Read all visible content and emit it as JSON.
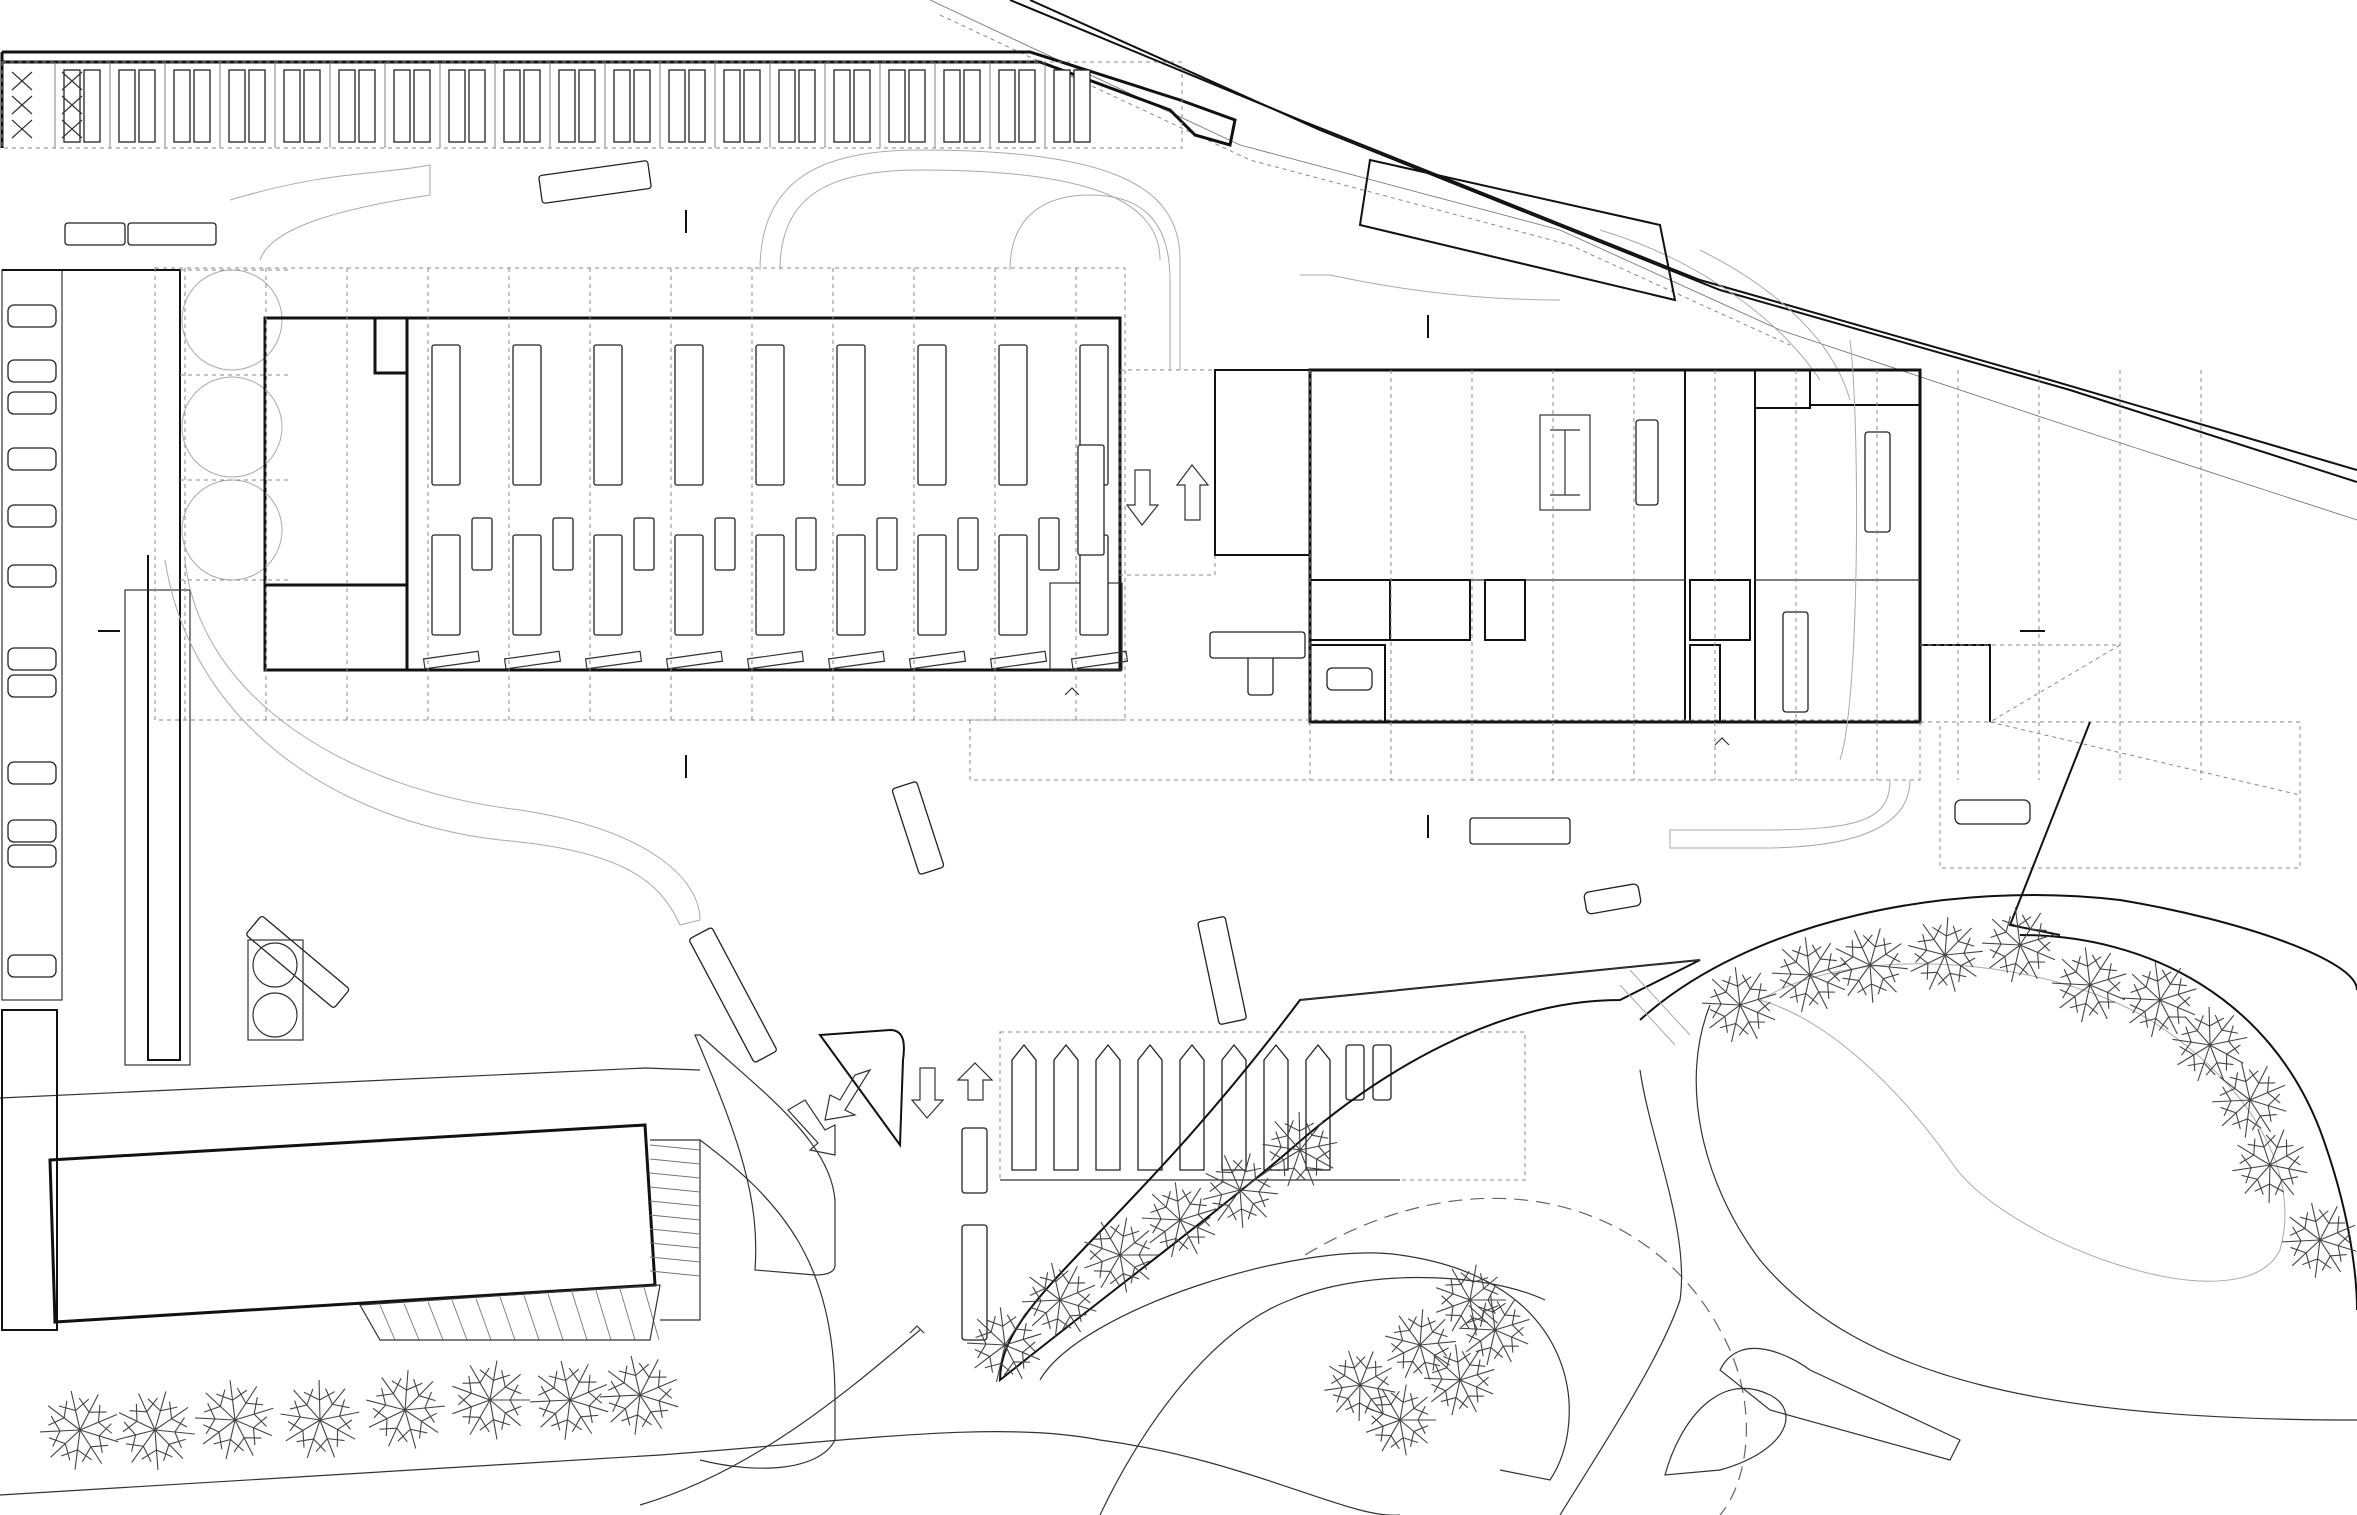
{
  "drawing": {
    "type": "site-plan",
    "colors": {
      "line": "#111111",
      "secondary": "#777777",
      "background": "#ffffff"
    },
    "buildings": [
      "north-service-canopy",
      "main-garage-hall",
      "east-workshop-hall",
      "southwest-building"
    ],
    "vehicles": {
      "bays_main_hall": 17,
      "parking_cars_west": 14,
      "parked_trucks_south": 8
    },
    "landscape": [
      "tree-row-south-west",
      "tree-cluster-south-centre",
      "tree-arc-east"
    ]
  }
}
